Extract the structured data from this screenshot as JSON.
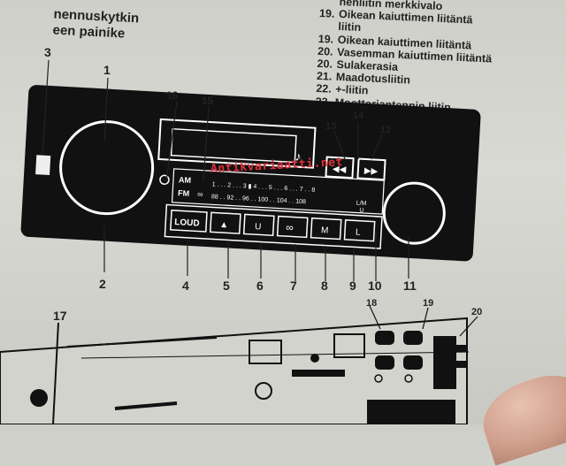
{
  "header_fragment": {
    "line1": "nennuskytkin",
    "line2": "een painike"
  },
  "legend": [
    {
      "num": "",
      "text": "henliitin merkkivalo"
    },
    {
      "num": "19.",
      "text": "Oikean kaiuttimen liitäntä"
    },
    {
      "num": "",
      "text": "liitin"
    },
    {
      "num": "19.",
      "text": "Oikean kaiuttimen liitäntä"
    },
    {
      "num": "20.",
      "text": "Vasemman kaiuttimen liitäntä"
    },
    {
      "num": "20.",
      "text": "Sulakerasia"
    },
    {
      "num": "21.",
      "text": "Maadotusliitin"
    },
    {
      "num": "22.",
      "text": "+-liitin"
    },
    {
      "num": "23.",
      "text": "Moottoriantennin liitin"
    }
  ],
  "watermark": "Antikvariaatti.net",
  "callouts": [
    "1",
    "2",
    "3",
    "4",
    "5",
    "6",
    "7",
    "8",
    "9",
    "10",
    "11",
    "12",
    "13",
    "14",
    "15",
    "16",
    "17",
    "18",
    "19",
    "20"
  ],
  "radio": {
    "band_am": "AM",
    "band_fm": "FM",
    "stereo_symbol": "∞",
    "am_scale": "1 . . . 2 . . . 3 ▮ 4 . . . 5 . . . 6 . . . 7 . . 8",
    "fm_scale": "88 . . 92 . . 96 . . 100 . . 104 . . 108",
    "lm": "L/M",
    "u": "U",
    "buttons": {
      "loud": "LOUD",
      "tone": "▲",
      "u": "U",
      "stereo": "∞",
      "m": "M",
      "l": "L"
    },
    "rewind": "◀◀",
    "forward": "▶▶",
    "cassette_note": "♪"
  }
}
